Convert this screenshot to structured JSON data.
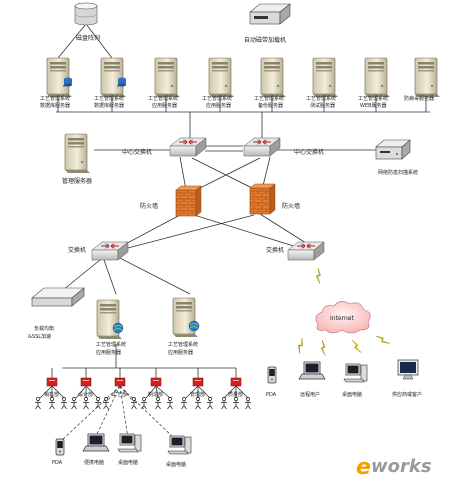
{
  "labels": {
    "disk_array": "磁盘阵列",
    "tape_library": "自动磁带加载机",
    "db_server_1": [
      "工艺管理系统",
      "数据库服务器"
    ],
    "db_server_2": [
      "工艺管理系统",
      "数据库服务器"
    ],
    "app_server_1": [
      "工艺管理系统",
      "应用服务器"
    ],
    "app_server_2": [
      "工艺管理系统",
      "应用服务器"
    ],
    "backup_server": [
      "工艺管理系统",
      "备份服务器"
    ],
    "test_server": [
      "工艺管理系统",
      "测试服务器"
    ],
    "web_server": [
      "工艺管理系统",
      "WEB服务器"
    ],
    "antivirus_server": "防病毒服务器",
    "core_switch_left": "中心交换机",
    "core_switch_right": "中心交换机",
    "mgmt_server": "管理服务器",
    "scanner": "网络防患扫描系统",
    "firewall_left": "防火墙",
    "firewall_right": "防火墙",
    "switch_left": "交换机",
    "switch_right": "交换机",
    "load_balancer": [
      "负载均衡",
      "&SSL加速"
    ],
    "branch_app_server_1": [
      "工艺管理系统",
      "应用服务器"
    ],
    "branch_app_server_2": [
      "工艺管理系统",
      "应用服务器"
    ],
    "internet": "Internet",
    "departments": [
      "销售部",
      "设计部",
      "工艺部",
      "制造部",
      "管理部",
      "质量部"
    ],
    "lan_devices": [
      "PDA",
      "便携电脑",
      "桌面电脑",
      "桌面电脑"
    ],
    "remote_devices": [
      "PDA",
      "远程用户",
      "桌面电脑",
      "供应商或客户"
    ],
    "watermark": [
      "e",
      "works"
    ]
  },
  "colors": {
    "firewall": "#e07a2a",
    "server_body": "#e8e2cc",
    "hub": "#d81f1f",
    "line": "#333333",
    "lightning": "#e8d000",
    "cloud": "#ffd9d9"
  }
}
